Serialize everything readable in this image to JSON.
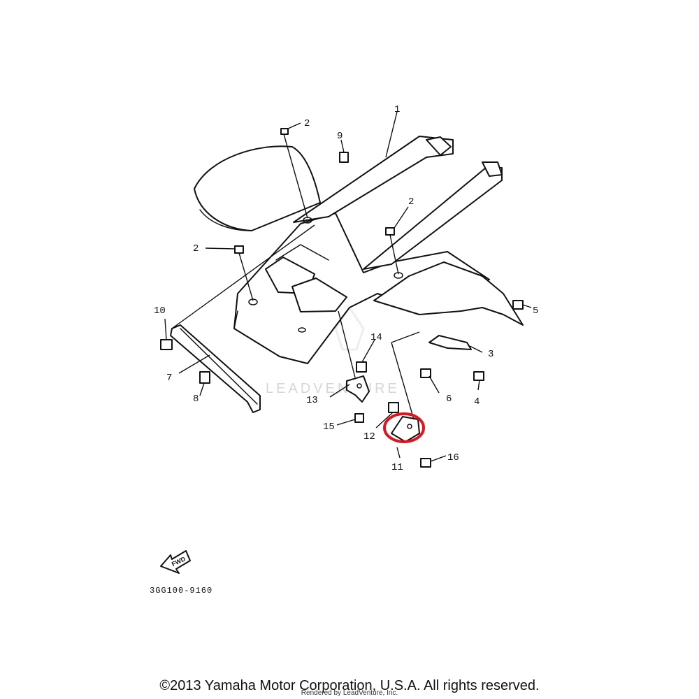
{
  "callouts": {
    "p1": "1",
    "p2a": "2",
    "p2b": "2",
    "p2c": "2",
    "p3": "3",
    "p4": "4",
    "p5": "5",
    "p6": "6",
    "p7": "7",
    "p8": "8",
    "p9": "9",
    "p10": "10",
    "p11": "11",
    "p12": "12",
    "p13": "13",
    "p14": "14",
    "p15": "15",
    "p16": "16"
  },
  "highlighted_part": "11",
  "highlight_color": "#e0141e",
  "diagram_code": "3GG100-9160",
  "fwd_label": "FWD",
  "watermark": "LEADVENTURE",
  "copyright": "©2013 Yamaha Motor Corporation, U.S.A. All rights reserved.",
  "rendered_by": "Rendered by LeadVenture, Inc."
}
